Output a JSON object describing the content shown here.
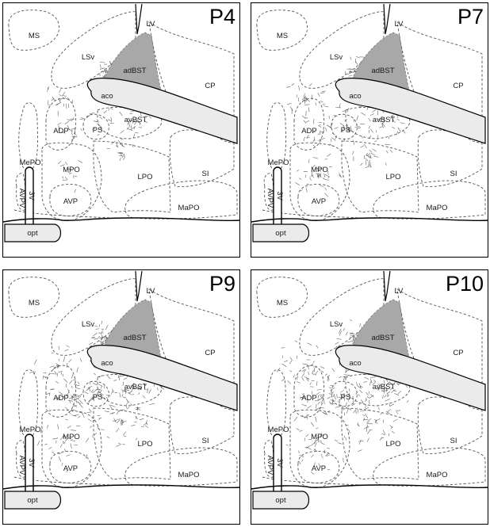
{
  "panels": [
    {
      "age": "P4",
      "fiber_density": 0.25
    },
    {
      "age": "P7",
      "fiber_density": 0.55
    },
    {
      "age": "P9",
      "fiber_density": 0.85
    },
    {
      "age": "P10",
      "fiber_density": 1.0
    }
  ],
  "labels": {
    "ms": "MS",
    "lsv": "LSv",
    "lv": "LV",
    "adbst": "adBST",
    "cp": "CP",
    "aco": "aco",
    "avbst": "avBST",
    "adp": "ADP",
    "ps": "PS",
    "mepo": "MePO",
    "mpo": "MPO",
    "lpo": "LPO",
    "si": "SI",
    "v3": "3V",
    "avpv": "AVPV",
    "avp": "AVP",
    "mapo": "MaPO",
    "opt": "opt"
  },
  "colors": {
    "adbst_fill": "#a8a8a8",
    "aco_fill": "#ebebeb",
    "opt_fill": "#ebebeb",
    "border": "#000000",
    "fiber": "#555555"
  }
}
